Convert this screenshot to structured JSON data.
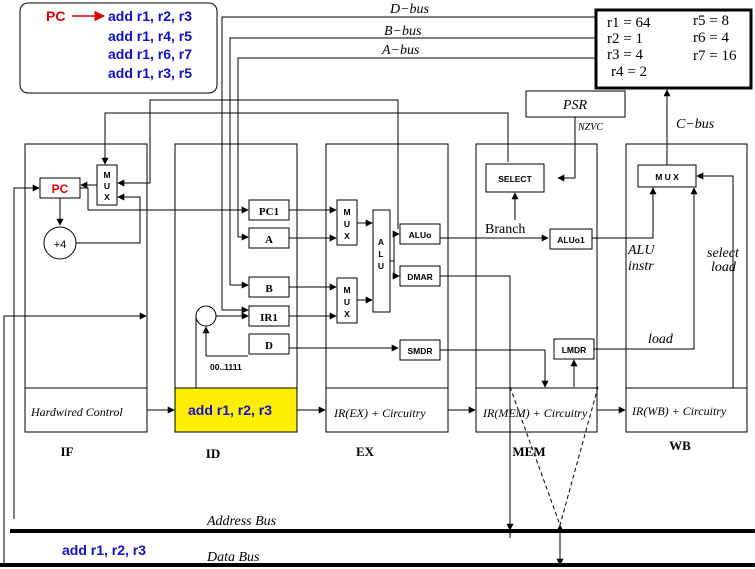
{
  "instructions": {
    "pc_label": "PC",
    "list": [
      "add r1, r2, r3",
      "add r1, r4, r5",
      "add r1, r6, r7",
      "add r1, r3, r5"
    ]
  },
  "registers": {
    "r1": "r1 = 64",
    "r2": "r2 = 1",
    "r3": "r3 = 4",
    "r4": "r4 = 2",
    "r5": "r5 = 8",
    "r6": "r6 = 4",
    "r7": "r7 = 16"
  },
  "buses": {
    "d_bus": "D−bus",
    "b_bus": "B−bus",
    "a_bus": "A−bus",
    "c_bus": "C−bus",
    "address_bus": "Address Bus",
    "data_bus": "Data Bus",
    "data_bus_value": "add r1, r2, r3"
  },
  "psr": {
    "label": "PSR",
    "flags": "NZVC"
  },
  "stages": {
    "if": {
      "label": "IF",
      "pc": "PC",
      "mux": [
        "M",
        "U",
        "X"
      ],
      "incr": "+4",
      "control": "Hardwired Control"
    },
    "id": {
      "label": "ID",
      "pc1": "PC1",
      "a": "A",
      "b": "B",
      "ir1": "IR1",
      "d": "D",
      "const": "00..1111",
      "ir": "add r1, r2, r3"
    },
    "ex": {
      "label": "EX",
      "mux": [
        "M",
        "U",
        "X"
      ],
      "alu": [
        "A",
        "L",
        "U"
      ],
      "aluo": "ALUo",
      "dmar": "DMAR",
      "smdr": "SMDR",
      "ir": "IR(EX) + Circuitry"
    },
    "mem": {
      "label": "MEM",
      "select": "SELECT",
      "branch": "Branch",
      "aluo1": "ALUo1",
      "lmdr": "LMDR",
      "ir": "IR(MEM) + Circuitry"
    },
    "wb": {
      "label": "WB",
      "mux": "M U X",
      "alu_instr": [
        "ALU",
        "instr"
      ],
      "select_load": [
        "select",
        "load"
      ],
      "load": "load",
      "ir": "IR(WB) + Circuitry"
    }
  },
  "colors": {
    "pc": "#e00000",
    "instr": "#1010c8",
    "highlight": "#ffee00"
  }
}
